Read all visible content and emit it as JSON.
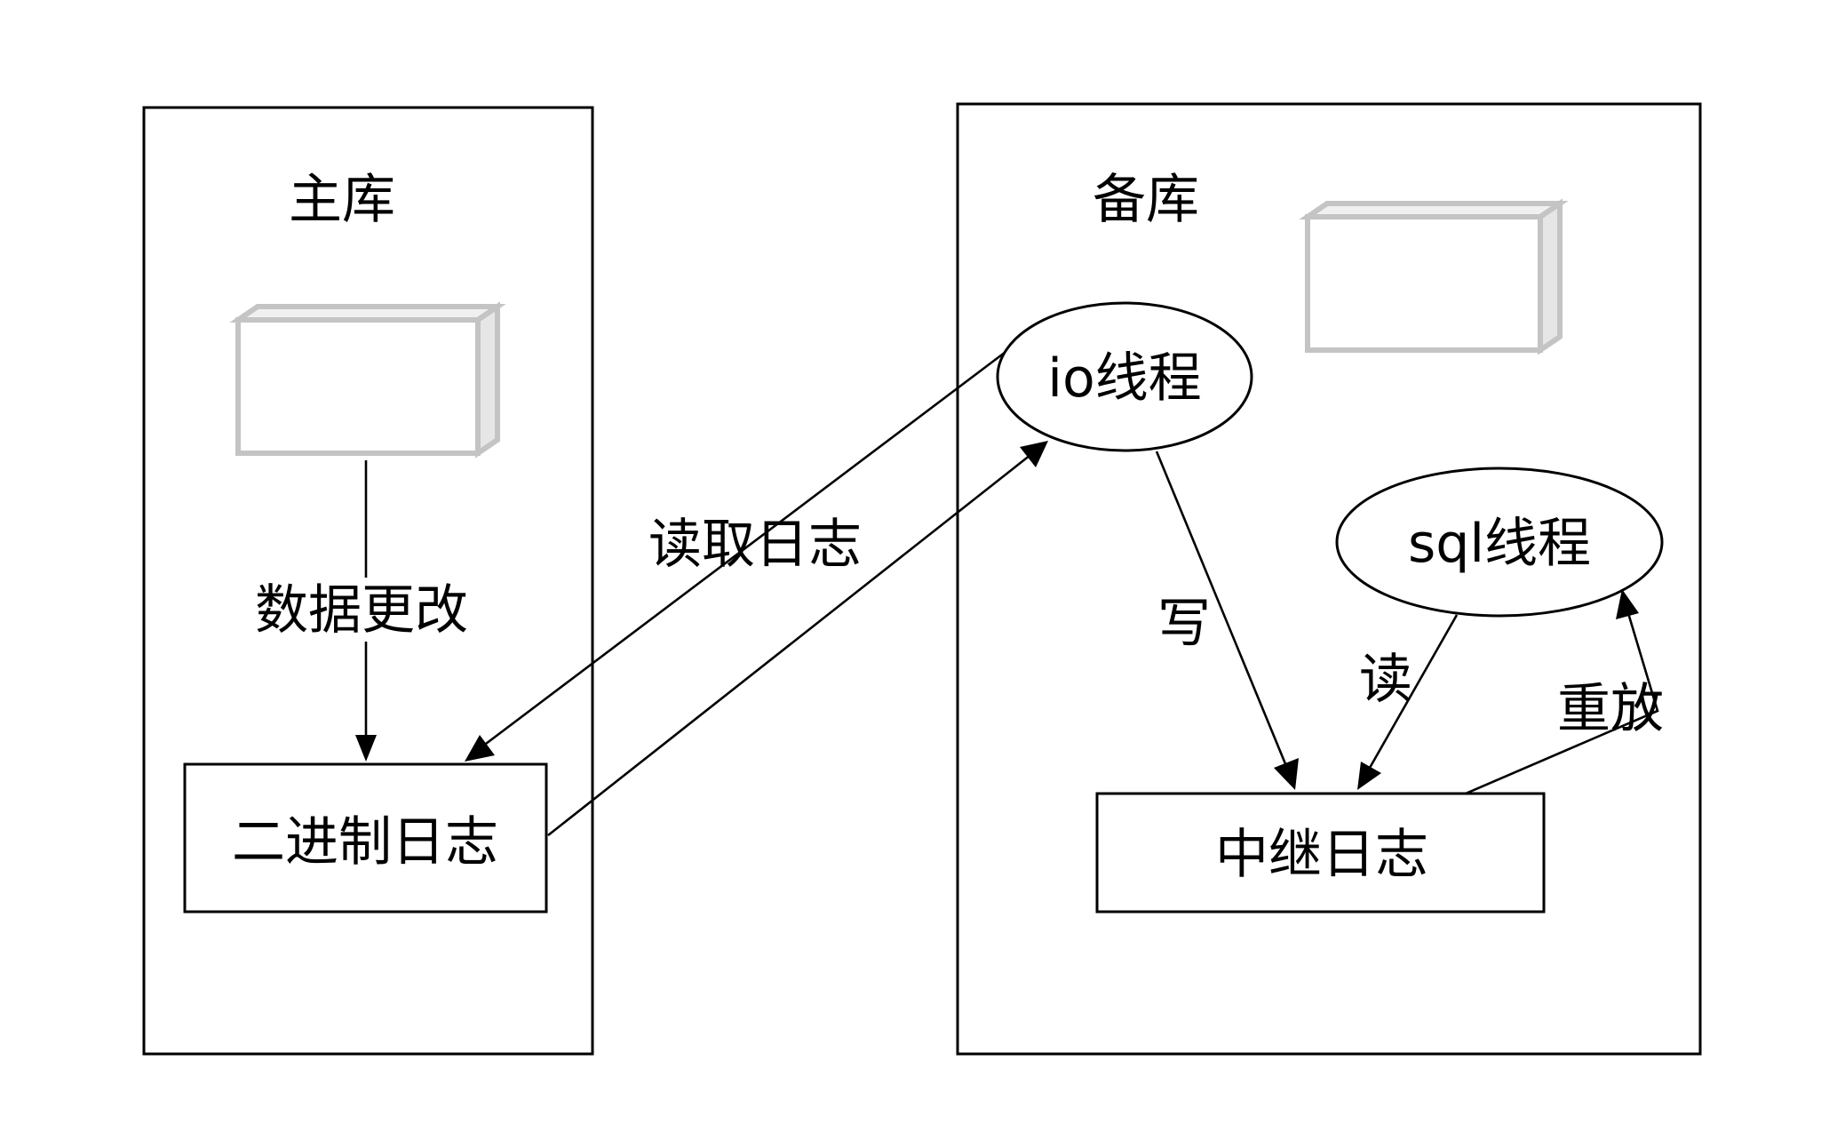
{
  "diagram": {
    "primary": {
      "title": "主库",
      "binlog_label": "二进制日志",
      "edge_label": "数据更改"
    },
    "replica": {
      "title": "备库",
      "io_thread_label": "io线程",
      "sql_thread_label": "sql线程",
      "relay_log_label": "中继日志",
      "write_label": "写",
      "read_label": "读",
      "replay_label": "重放"
    },
    "cross_label": "读取日志"
  }
}
